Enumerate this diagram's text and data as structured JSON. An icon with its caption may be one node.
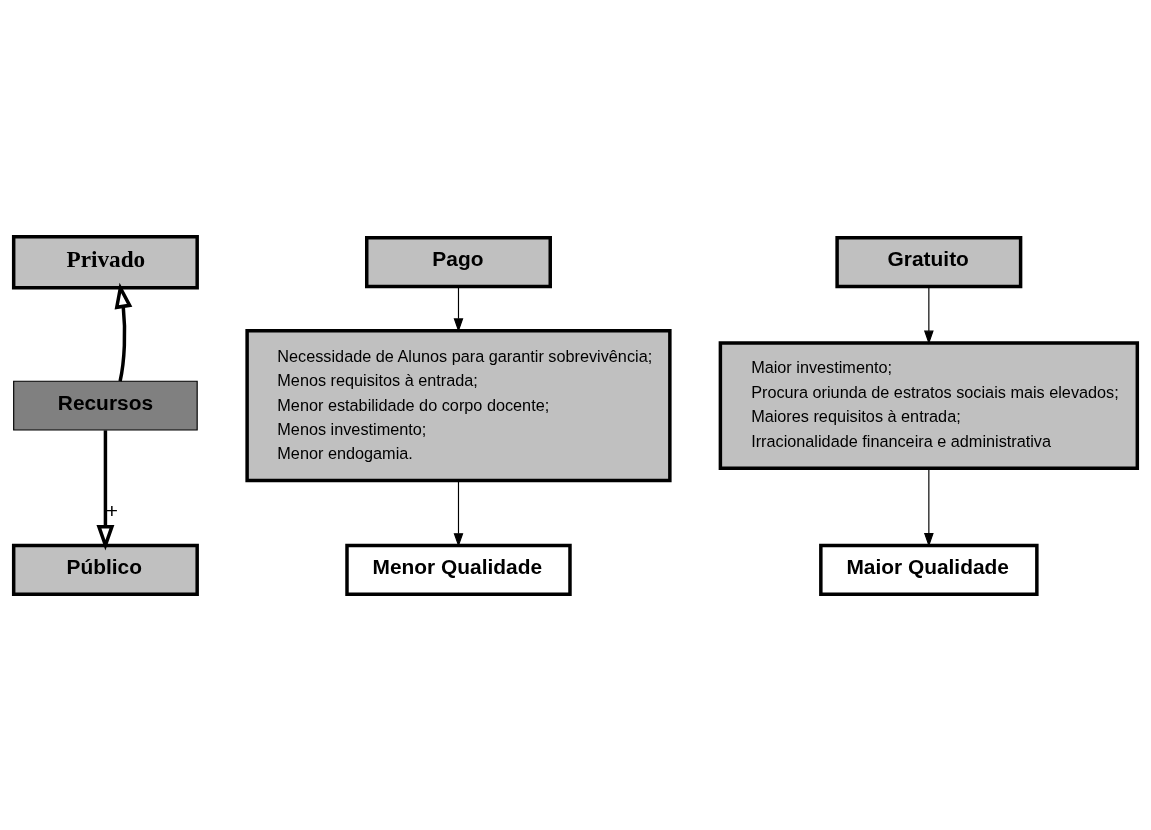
{
  "diagram": {
    "nodes": [
      {
        "text": [
          "Privado"
        ]
      },
      {
        "text": [
          "Recursos"
        ]
      },
      {
        "text": [
          "Público"
        ]
      },
      {
        "text": [
          "Pago"
        ]
      },
      {
        "text": [
          "Necessidade de Alunos para garantir sobrevivência;",
          "Menos requisitos à entrada;",
          "Menor estabilidade do corpo docente;",
          "Menos investimento;",
          "Menor endogamia."
        ]
      },
      {
        "text": [
          "Menor Qualidade"
        ]
      },
      {
        "text": [
          "Maior investimento;",
          "Procura oriunda de estratos sociais mais elevados;",
          "Maiores requisitos à entrada;",
          "Irracionalidade financeira e administrativa"
        ]
      },
      {
        "text": [
          "Maior Qualidade"
        ]
      },
      {
        "text": [
          "Gratuito"
        ]
      }
    ],
    "edges": [
      {
        "from": 1,
        "to": 0,
        "arrow": "to",
        "style": "thick"
      },
      {
        "from": 1,
        "to": 2,
        "arrow": "to",
        "style": "thick",
        "label": "+"
      },
      {
        "from": 3,
        "to": 4,
        "arrow": "to"
      },
      {
        "from": 4,
        "to": 5,
        "arrow": "to"
      },
      {
        "from": 8,
        "to": 6,
        "arrow": "to"
      },
      {
        "from": 6,
        "to": 7,
        "arrow": "to"
      }
    ]
  }
}
